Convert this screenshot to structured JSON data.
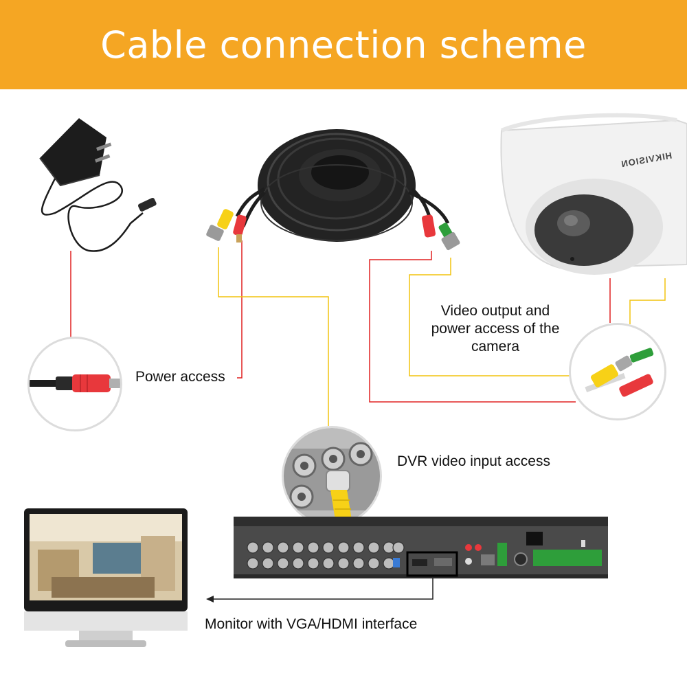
{
  "title": "Cable connection scheme",
  "labels": {
    "power_access": "Power access",
    "camera_output": "Video output and power access of the camera",
    "dvr_input": "DVR video input access",
    "monitor": "Monitor with VGA/HDMI interface"
  },
  "camera_brand": "HIKVISION",
  "colors": {
    "header_bg": "#f5a623",
    "header_text": "#ffffff",
    "power_wire": "#e02020",
    "video_wire": "#f2c40f",
    "monitor_wire": "#222222",
    "cable": "#1e1e1e",
    "plug_yellow": "#f7d117",
    "plug_red": "#e8383c",
    "plug_green": "#2e9e3a"
  },
  "icons": [
    "power-adapter-icon",
    "coax-cable-icon",
    "dome-camera-icon",
    "monitor-icon",
    "dvr-recorder-icon"
  ]
}
